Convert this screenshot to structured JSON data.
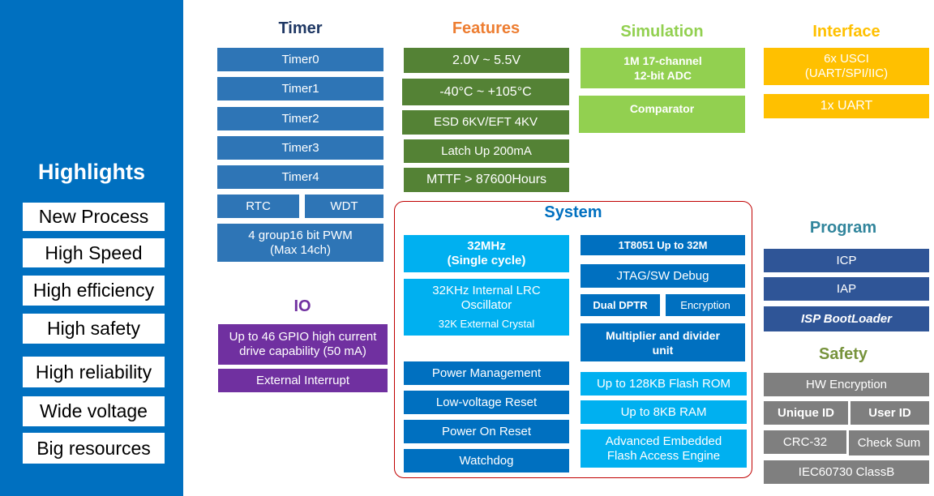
{
  "colors": {
    "highlight_panel": "#0070c0",
    "timer_blue": "#2e75b6",
    "features_green": "#548235",
    "simulation_lime": "#92d050",
    "interface_amber": "#ffc000",
    "io_purple": "#7030a0",
    "system_cyan": "#00b0f0",
    "system_blue": "#0070c0",
    "program_navy": "#2f5597",
    "safety_gray": "#7f7f7f",
    "system_border": "#c00000"
  },
  "highlights": {
    "title": "Highlights",
    "items": [
      "New Process",
      "High Speed",
      "High efficiency",
      "High safety",
      "High reliability",
      "Wide voltage",
      "Big resources"
    ]
  },
  "timer": {
    "title": "Timer",
    "items": [
      "Timer0",
      "Timer1",
      "Timer2",
      "Timer3",
      "Timer4"
    ],
    "rtc": "RTC",
    "wdt": "WDT",
    "pwm_line1": "4 group16 bit PWM",
    "pwm_line2": "(Max 14ch)"
  },
  "features": {
    "title": "Features",
    "items": [
      "2.0V ~  5.5V",
      "-40°C ~ +105°C",
      "ESD 6KV/EFT 4KV",
      "Latch Up 200mA",
      "MTTF > 87600Hours"
    ]
  },
  "simulation": {
    "title": "Simulation",
    "adc_line1": "1M 17-channel",
    "adc_line2": "12-bit ADC",
    "comparator": "Comparator"
  },
  "interface": {
    "title": "Interface",
    "usci_line1": "6x USCI",
    "usci_line2": "(UART/SPI/IIC)",
    "uart": "1x UART"
  },
  "io": {
    "title": "IO",
    "gpio_line1": "Up to 46 GPIO high current",
    "gpio_line2": "drive capability (50 mA)",
    "ext_int": "External Interrupt"
  },
  "system": {
    "title": "System",
    "clock_line1": "32MHz",
    "clock_line2": "(Single cycle)",
    "lrc_line1": "32KHz Internal LRC",
    "lrc_line2": "Oscillator",
    "crystal": "32K External  Crystal",
    "left_items": [
      "Power Management",
      "Low-voltage Reset",
      "Power On Reset",
      "Watchdog"
    ],
    "core": "1T8051 Up to 32M",
    "debug": "JTAG/SW Debug",
    "dual_dptr": "Dual DPTR",
    "encryption": "Encryption",
    "muldiv_line1": "Multiplier and divider",
    "muldiv_line2": "unit",
    "flash": "Up to 128KB Flash ROM",
    "ram": "Up to 8KB RAM",
    "afe_line1": "Advanced Embedded",
    "afe_line2": "Flash Access Engine"
  },
  "program": {
    "title": "Program",
    "items": [
      "ICP",
      "IAP",
      "ISP BootLoader"
    ]
  },
  "safety": {
    "title": "Safety",
    "hw_encryption": "HW Encryption",
    "unique_id": "Unique ID",
    "user_id": "User ID",
    "crc": "CRC-32",
    "checksum": "Check Sum",
    "iec": "IEC60730 ClassB"
  }
}
